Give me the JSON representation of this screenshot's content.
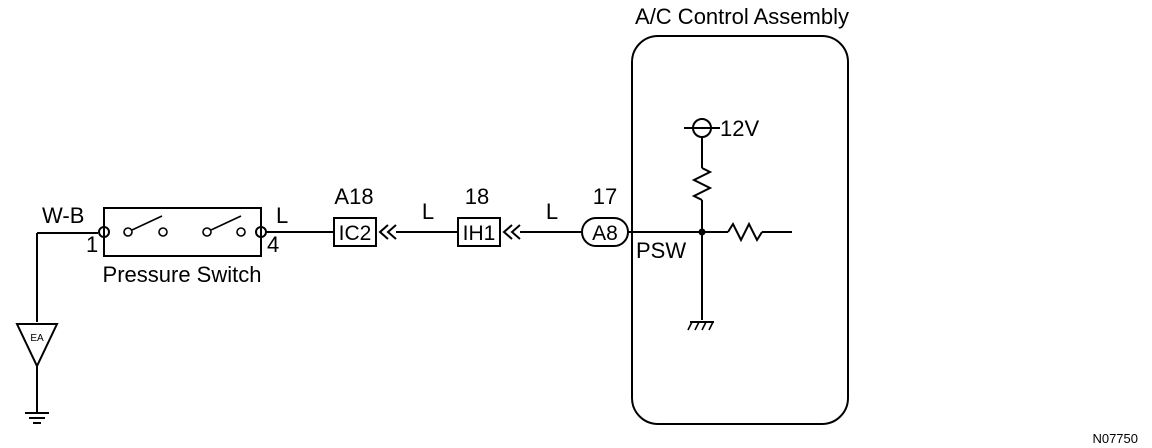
{
  "assembly": {
    "title": "A/C Control Assembly"
  },
  "power": {
    "label": "12V"
  },
  "pressure_switch": {
    "label": "Pressure Switch",
    "pin_left": "1",
    "pin_right": "4",
    "wire_left": "W-B",
    "wire_right": "L"
  },
  "ground": {
    "label": "EA"
  },
  "connectors": [
    {
      "code": "IC2",
      "pin": "A18"
    },
    {
      "code": "IH1",
      "pin": "18"
    },
    {
      "code": "A8",
      "pin": "17"
    }
  ],
  "wires": {
    "w1": "L",
    "w2": "L"
  },
  "signal": {
    "name": "PSW"
  },
  "figure_id": "N07750"
}
